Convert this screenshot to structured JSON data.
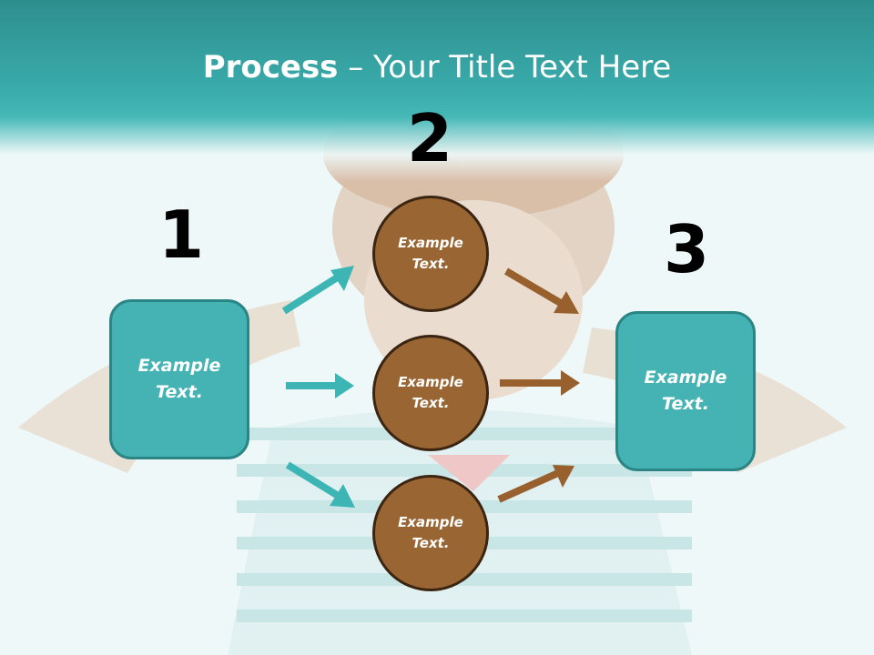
{
  "title": {
    "bold": "Process",
    "rest": " – Your Title Text Here"
  },
  "steps": {
    "one": "1",
    "two": "2",
    "three": "3"
  },
  "left_box": {
    "line1": "Example",
    "line2": "Text."
  },
  "circles": [
    {
      "line1": "Example",
      "line2": "Text."
    },
    {
      "line1": "Example",
      "line2": "Text."
    },
    {
      "line1": "Example",
      "line2": "Text."
    }
  ],
  "right_box": {
    "line1": "Example",
    "line2": "Text."
  },
  "colors": {
    "teal": "#45b3b3",
    "teal_dark": "#2a8584",
    "brown": "#996633",
    "brown_dark": "#3b2411",
    "arrow_teal": "#3db5b5",
    "arrow_brown": "#98602c"
  }
}
